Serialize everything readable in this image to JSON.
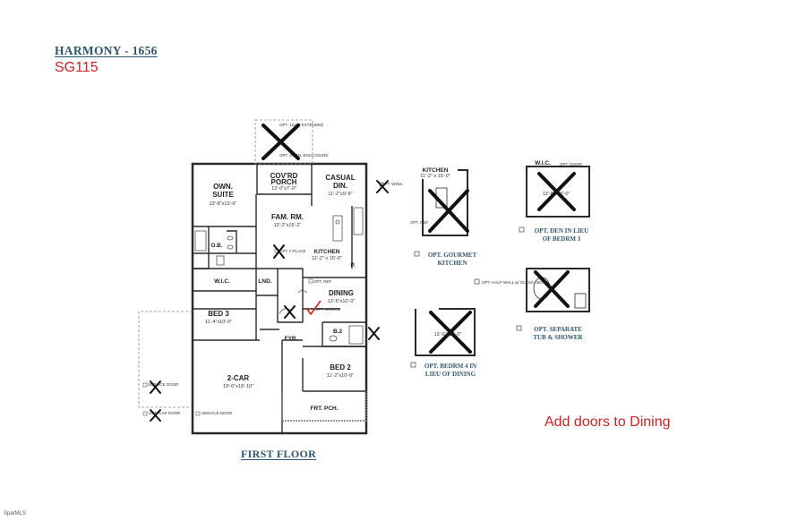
{
  "header": {
    "title": "HARMONY - 1656",
    "code": "SG115"
  },
  "floor_label": "FIRST FLOOR",
  "note": "Add doors to Dining",
  "corner_mark": "SparMLS",
  "rooms": {
    "covd_porch": {
      "name1": "COV'RD",
      "name2": "PORCH",
      "dims": "12'-0\"x7'-0\""
    },
    "casual_din": {
      "name1": "CASUAL",
      "name2": "DIN.",
      "dims": "11'-2\"x9'-8\""
    },
    "own_suite": {
      "name1": "OWN.",
      "name2": "SUITE",
      "dims": "13'-8\"x13'-6\""
    },
    "fam_rm": {
      "name": "FAM. RM.",
      "dims": "13'-2\"x15'-2\""
    },
    "kitchen": {
      "name": "KITCHEN",
      "dims": "11'-2\" x 15'-0\""
    },
    "ob": {
      "name": "O.B."
    },
    "wic": {
      "name": "W.I.C."
    },
    "lnd": {
      "name": "LND."
    },
    "dining": {
      "name": "DINING",
      "dims": "13'-6\"x10'-0\""
    },
    "bed3": {
      "name": "BED 3",
      "dims": "11'-4\"x10'-0\""
    },
    "b2": {
      "name": "B.2"
    },
    "fyr": {
      "name": "FYR."
    },
    "bed2": {
      "name": "BED 2",
      "dims": "11'-2\"x10'-0\""
    },
    "garage": {
      "name": "2-CAR",
      "dims": "19'-6\"x19'-10\""
    },
    "frt_pch": {
      "name": "FRT. PCH."
    },
    "pantry": {
      "name": "P."
    }
  },
  "small_labels": {
    "opt_ext": "OPT. 12x10 EXTENDED",
    "opt_scrn": "OPT. SCRN. ENCLOSURE",
    "opt_fireplace": "OPT. F.PLACE",
    "opt_ref": "OPT. REF",
    "opt_doors": "OPT. DOORS",
    "service_door": "SERVICE DOOR",
    "opt_car_door": "OPT. CAR DOOR",
    "opt_wins": "OPT. WINS.",
    "opt_door": "OPT. DOOR",
    "half_wall": "OPT. HALF WALL w/ GLASS ABOVE",
    "sm_kitchen_name": "KITCHEN",
    "sm_kitchen_dims": "11'-2\" x 15'-0\"",
    "sm_wic": "W.I.C.",
    "sm_den_dims": "13'-8\"x10'-0\"",
    "sm_bedrm4_dims": "13'-6\"x10'-0\""
  },
  "options": {
    "gourmet": {
      "line1": "OPT. GOURMET",
      "line2": "KITCHEN"
    },
    "den": {
      "line1": "OPT. DEN IN LIEU",
      "line2": "OF BEDRM 3"
    },
    "tub": {
      "line1": "OPT. SEPARATE",
      "line2": "TUB & SHOWER"
    },
    "bedrm4": {
      "line1": "OPT. BEDRM 4 IN",
      "line2": "LIEU OF DINING"
    }
  },
  "colors": {
    "accent_red": "#cc2222",
    "title_blue": "#2f5670",
    "wall": "#2a2a2a",
    "xmark": "#111111",
    "check_red": "#d42020"
  }
}
